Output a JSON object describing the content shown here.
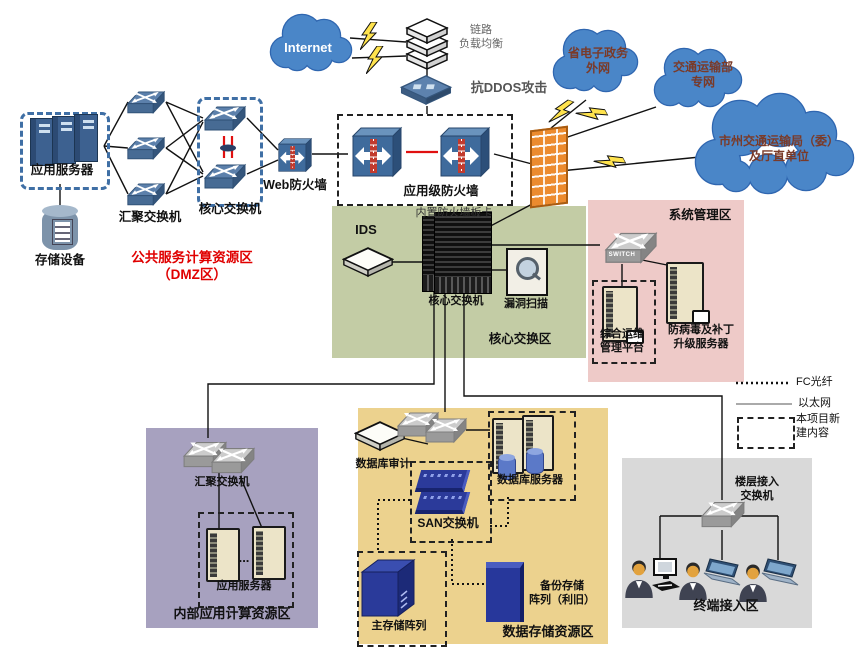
{
  "zones": {
    "dmz": {
      "label": "公共服务计算资源区\n（DMZ区）"
    },
    "core": {
      "label": "核心交换区"
    },
    "mgmt": {
      "label": "系统管理区"
    },
    "internal": {
      "label": "内部应用计算资源区"
    },
    "storage": {
      "label": "数据存储资源区"
    },
    "terminal": {
      "label": "终端接入区"
    }
  },
  "clouds": {
    "internet": {
      "label": "Internet"
    },
    "provincial": {
      "label": "省电子政务\n外网"
    },
    "ministry": {
      "label": "交通运输部\n专网"
    },
    "city": {
      "label": "市州交通运输局（委）\n及厅直单位"
    }
  },
  "nodes": {
    "app_servers_dmz": {
      "label": "应用服务器"
    },
    "storage_device": {
      "label": "存储设备"
    },
    "agg_switch_dmz": {
      "label": "汇聚交换机"
    },
    "core_switch_dmz": {
      "label": "核心交换机"
    },
    "web_firewall": {
      "label": "Web防火墙"
    },
    "app_firewall": {
      "label": "应用级防火墙"
    },
    "link_lb": {
      "label": "链路\n负载均衡"
    },
    "anti_ddos": {
      "label": "抗DDOS攻击"
    },
    "builtin_fw": {
      "label": "内置防火墙板卡"
    },
    "ids": {
      "label": "IDS"
    },
    "core_chassis": {
      "label": "核心交换机"
    },
    "vuln_scan": {
      "label": "漏洞扫描"
    },
    "mgmt_switch": {
      "device_text": "SWITCH"
    },
    "ops_platform": {
      "label": "综合运维\n管理平台"
    },
    "av_server": {
      "label": "防病毒及补丁\n升级服务器"
    },
    "agg_switch_int": {
      "label": "汇聚交换机"
    },
    "app_servers_int": {
      "label": "应用服务器",
      "ellipsis": "..."
    },
    "db_audit": {
      "label": "数据库审计"
    },
    "db_servers": {
      "label": "数据库服务器"
    },
    "san_switch": {
      "label": "SAN交换机"
    },
    "primary_storage": {
      "label": "主存储阵列"
    },
    "backup_storage": {
      "label": "备份存储\n阵列（利旧）"
    },
    "floor_switch": {
      "label": "楼层接入\n交换机"
    }
  },
  "legend": {
    "fc": "FC光纤",
    "ethernet": "以太网",
    "new_content": "本项目新\n建内容"
  },
  "colors": {
    "cloud_fill": "#4a86c8",
    "cloud_stroke": "#2f66b0",
    "zone_core_bg": "#c3cca5",
    "zone_mgmt_bg": "#eecac8",
    "zone_internal_bg": "#a7a1bf",
    "zone_storage_bg": "#ecd28e",
    "zone_terminal_bg": "#d9d9d9",
    "dmz_label_color": "#e00000",
    "firewall_wall_orange": "#ec8b2e",
    "device_blue": "#3f6b9c",
    "san_navy": "#2b3a9a",
    "bolt_yellow": "#ffe34d",
    "red_link": "#e01010"
  }
}
